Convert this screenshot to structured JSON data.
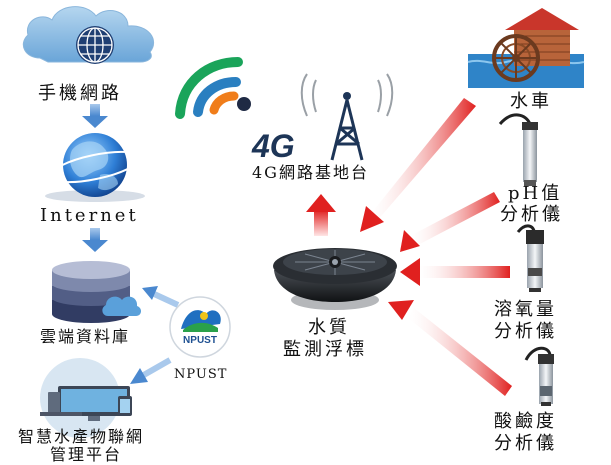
{
  "nodes": {
    "mobile_network": "手機網路",
    "internet": "Internet",
    "cloud_db": "雲端資料庫",
    "iot_platform_line1": "智慧水產物聯網",
    "iot_platform_line2": "管理平台",
    "npust_logo_text": "NPUST",
    "npust_label": "NPUST",
    "base_station_logo": "4G",
    "base_station": "4G網路基地台",
    "buoy_line1": "水質",
    "buoy_line2": "監測浮標",
    "waterwheel": "水車",
    "ph_line1": "pH值",
    "ph_line2": "分析儀",
    "do_line1": "溶氧量",
    "do_line2": "分析儀",
    "salinity_line1": "酸鹼度",
    "salinity_line2": "分析儀"
  },
  "colors": {
    "blue_arrow": "#5b9bd5",
    "red_arrow": "#e0201f",
    "wifi_green": "#1aa45a",
    "wifi_blue": "#2a7fc0",
    "wifi_orange": "#f07d1a"
  }
}
